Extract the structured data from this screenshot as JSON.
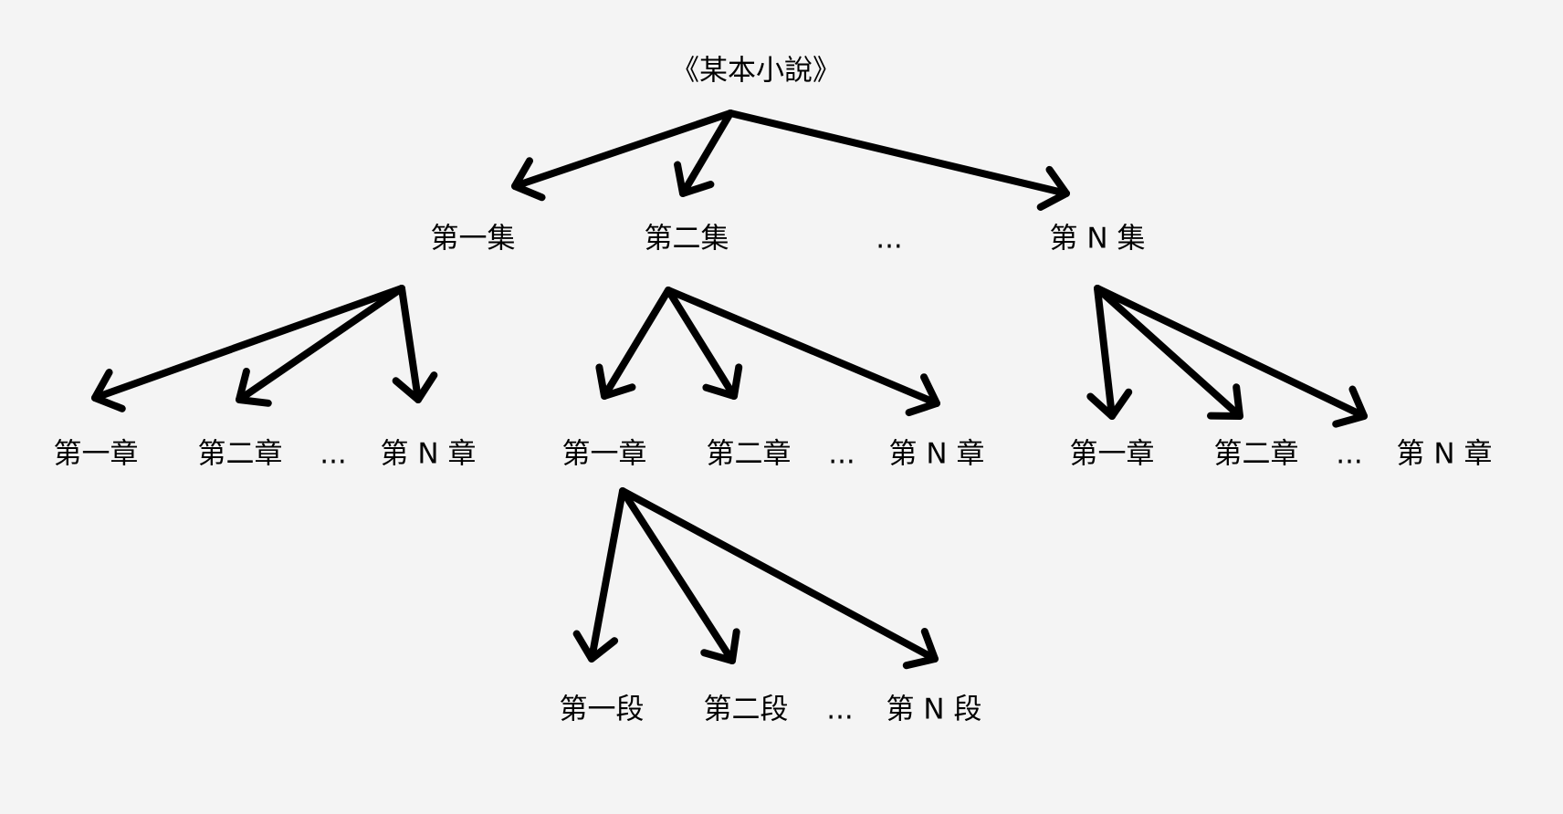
{
  "diagram": {
    "root": "《某本小說》",
    "volumes": [
      "第一集",
      "第二集",
      "...",
      "第 N 集"
    ],
    "volume1_chapters": [
      "第一章",
      "第二章",
      "...",
      "第 N 章"
    ],
    "volume2_chapters": [
      "第一章",
      "第二章",
      "...",
      "第 N 章"
    ],
    "volumeN_chapters": [
      "第一章",
      "第二章",
      "...",
      "第 N 章"
    ],
    "chapter1_paragraphs": [
      "第一段",
      "第二段",
      "...",
      "第 N 段"
    ]
  },
  "colors": {
    "background": "#f4f4f4",
    "stroke": "#000000",
    "text": "#000000"
  }
}
